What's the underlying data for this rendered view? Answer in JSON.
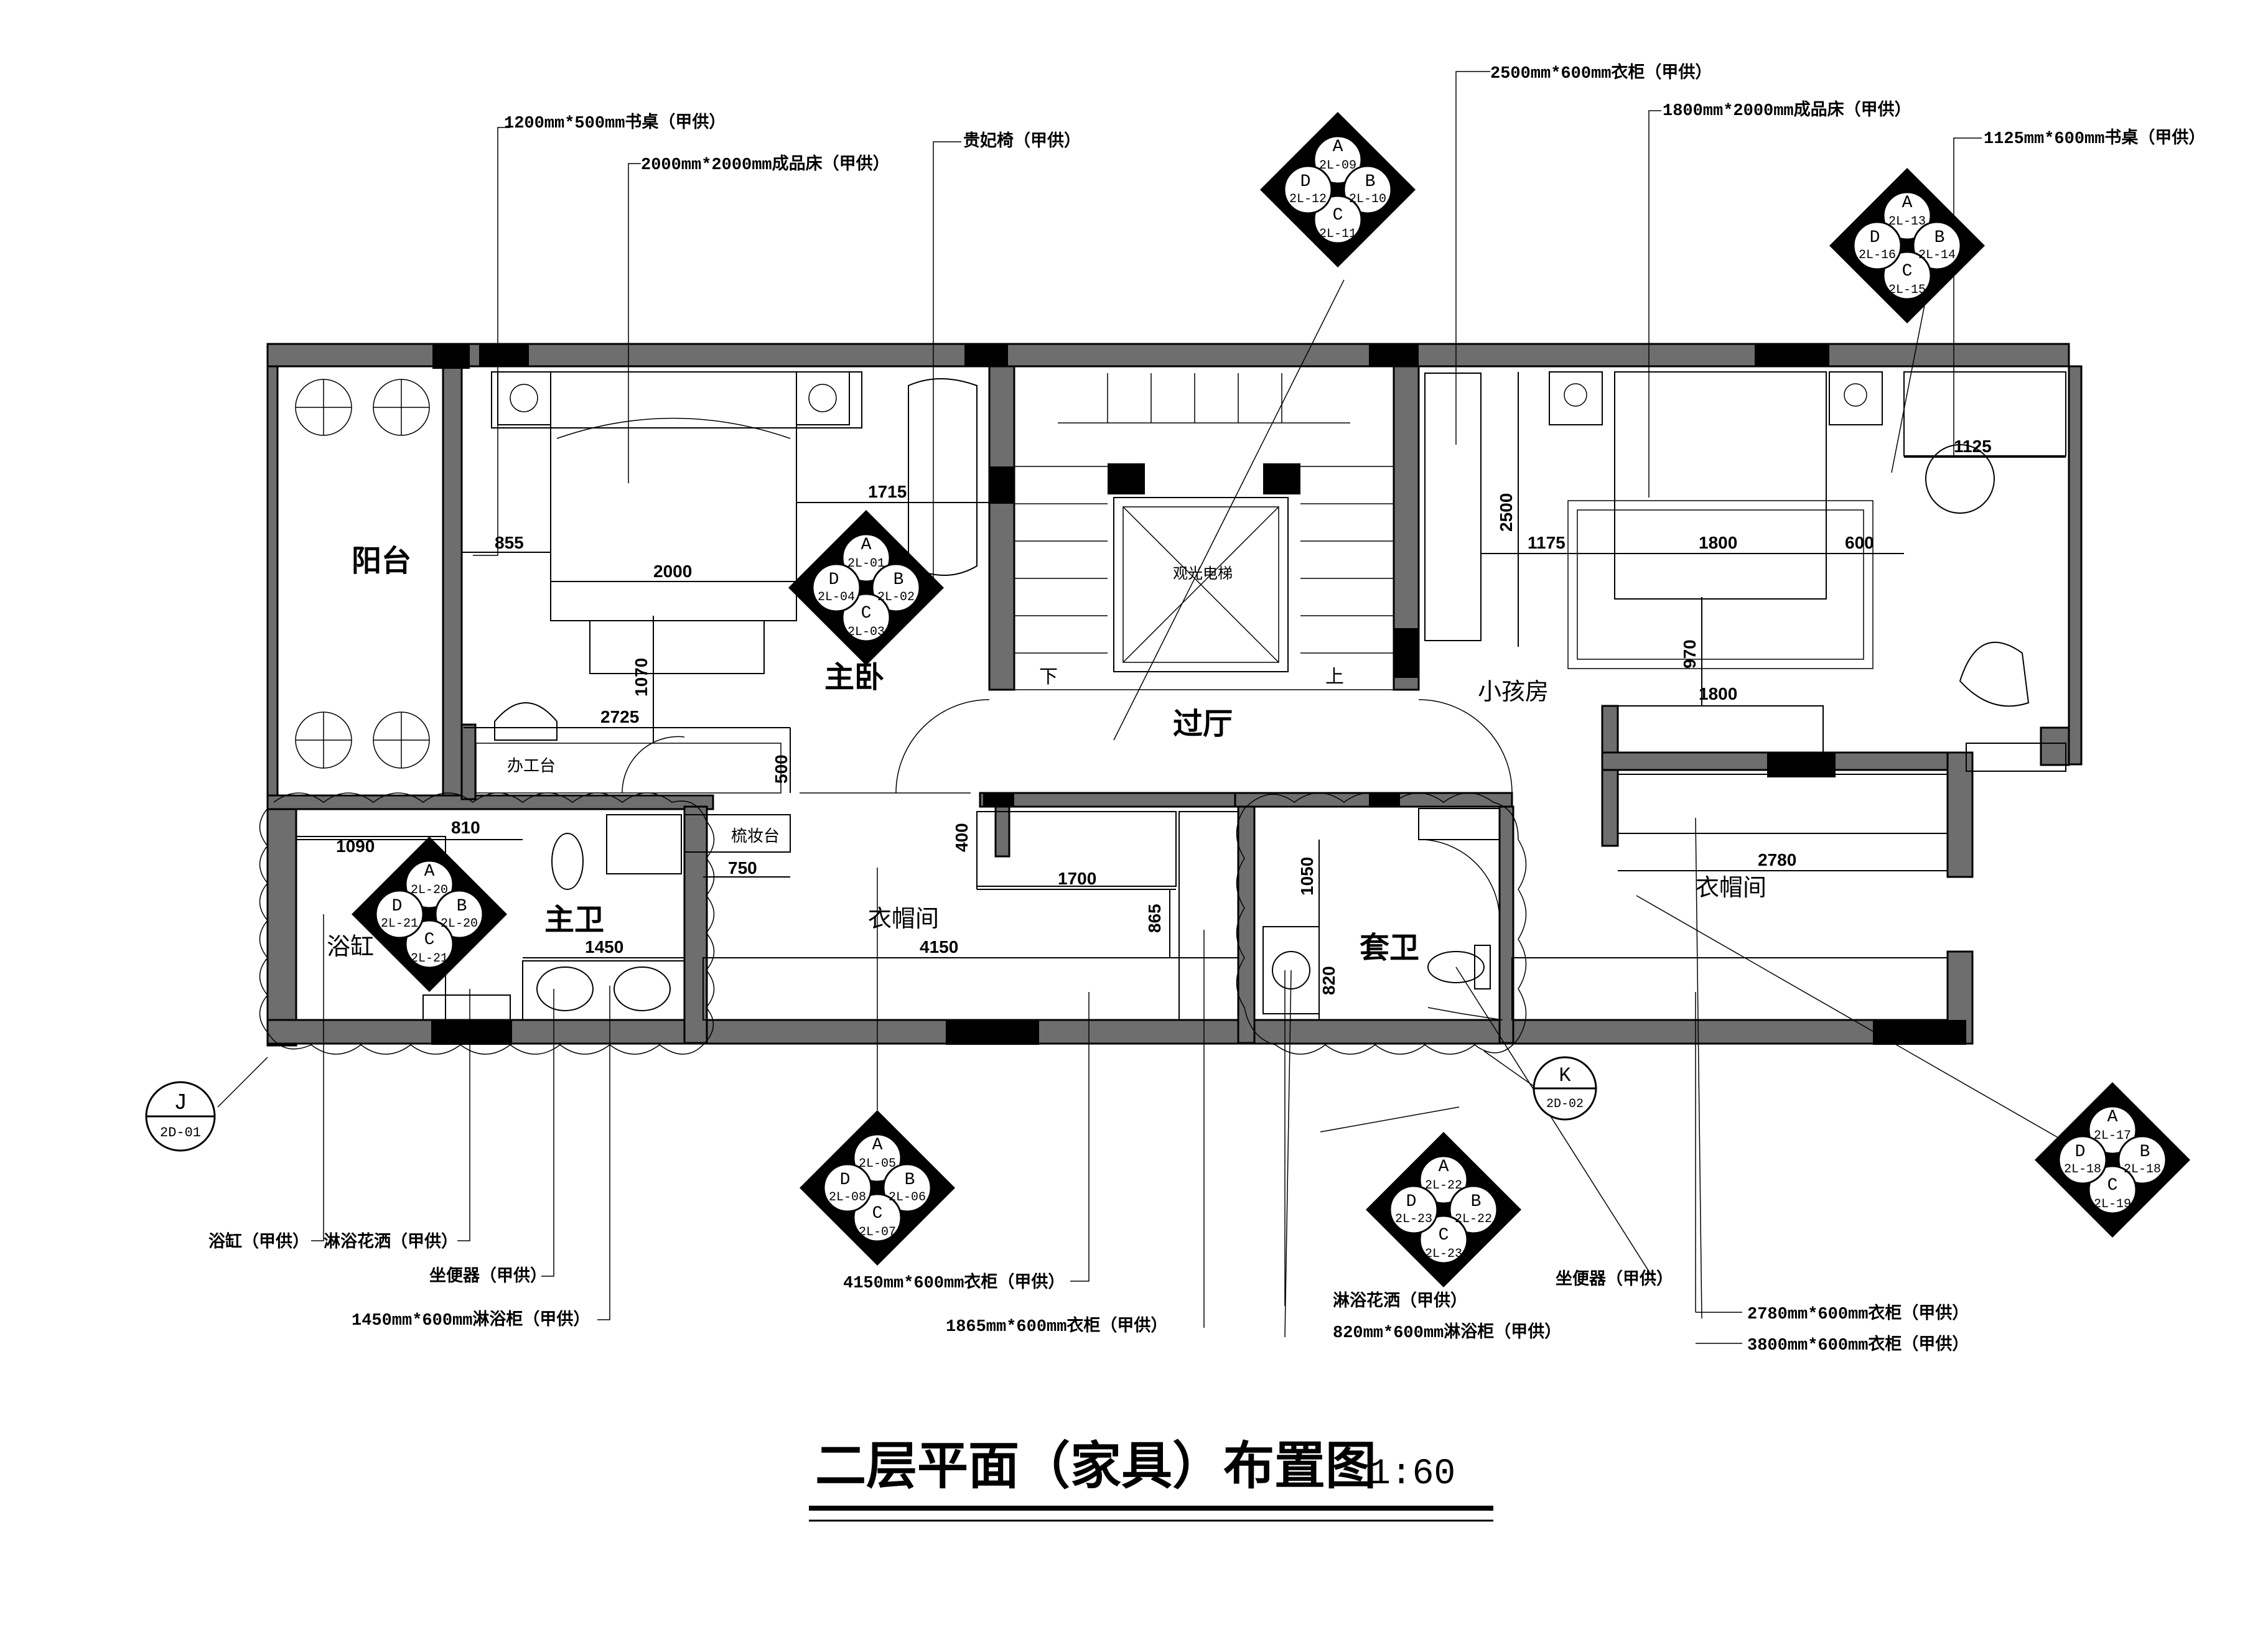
{
  "title": {
    "main": "二层平面（家具）布置图",
    "scale": "1:60"
  },
  "rooms": {
    "balcony": "阳台",
    "master_bedroom": "主卧",
    "hall": "过厅",
    "elevator": "观光电梯",
    "kids_room": "小孩房",
    "cloakroom_main": "衣帽间",
    "cloakroom_kids": "衣帽间",
    "master_bath": "主卫",
    "suite_bath": "套卫",
    "bathtub": "浴缸",
    "desk": "办工台",
    "vanity": "梳妆台",
    "stair_down": "下",
    "stair_up": "上"
  },
  "callouts": {
    "desk_1200": "1200mm*500mm书桌（甲供）",
    "bed_2000": "2000mm*2000mm成品床（甲供）",
    "chaise": "贵妃椅（甲供）",
    "wardrobe_2500": "2500mm*600mm衣柜（甲供）",
    "bed_1800": "1800mm*2000mm成品床（甲供）",
    "desk_1125": "1125mm*600mm书桌（甲供）",
    "bathtub": "浴缸（甲供）",
    "shower_1": "淋浴花洒（甲供）",
    "toilet_1": "坐便器（甲供）",
    "vanity_1450": "1450mm*600mm淋浴柜（甲供）",
    "wardrobe_4150": "4150mm*600mm衣柜（甲供）",
    "wardrobe_1865": "1865mm*600mm衣柜（甲供）",
    "shower_2": "淋浴花洒（甲供）",
    "vanity_820": "820mm*600mm淋浴柜（甲供）",
    "toilet_2": "坐便器（甲供）",
    "wardrobe_2780": "2780mm*600mm衣柜（甲供）",
    "wardrobe_3800": "3800mm*600mm衣柜（甲供）"
  },
  "dimensions": {
    "d855": "855",
    "d2000": "2000",
    "d1715": "1715",
    "d1070": "1070",
    "d2725": "2725",
    "d500": "500",
    "d1090": "1090",
    "d810": "810",
    "d1450": "1450",
    "d750": "750",
    "d400": "400",
    "d1700": "1700",
    "d4150": "4150",
    "d865": "865",
    "d1050": "1050",
    "d820": "820",
    "d2500": "2500",
    "d1175": "1175",
    "d1800a": "1800",
    "d600": "600",
    "d1125": "1125",
    "d970": "970",
    "d1800b": "1800",
    "d2780": "2780"
  },
  "elevation_markers": [
    {
      "a": "A",
      "b": "B",
      "c": "C",
      "d": "D",
      "ta": "2L-09",
      "tb": "2L-10",
      "tc": "2L-11",
      "td": "2L-12"
    },
    {
      "a": "A",
      "b": "B",
      "c": "C",
      "d": "D",
      "ta": "2L-13",
      "tb": "2L-14",
      "tc": "2L-15",
      "td": "2L-16"
    },
    {
      "a": "A",
      "b": "B",
      "c": "C",
      "d": "D",
      "ta": "2L-01",
      "tb": "2L-02",
      "tc": "2L-03",
      "td": "2L-04"
    },
    {
      "a": "A",
      "b": "B",
      "c": "C",
      "d": "D",
      "ta": "2L-20",
      "tb": "2L-20",
      "tc": "2L-21",
      "td": "2L-21"
    },
    {
      "a": "A",
      "b": "B",
      "c": "C",
      "d": "D",
      "ta": "2L-05",
      "tb": "2L-06",
      "tc": "2L-07",
      "td": "2L-08"
    },
    {
      "a": "A",
      "b": "B",
      "c": "C",
      "d": "D",
      "ta": "2L-22",
      "tb": "2L-22",
      "tc": "2L-23",
      "td": "2L-23"
    },
    {
      "a": "A",
      "b": "B",
      "c": "C",
      "d": "D",
      "ta": "2L-17",
      "tb": "2L-18",
      "tc": "2L-19",
      "td": "2L-18"
    }
  ],
  "detail_markers": [
    {
      "letter": "J",
      "sheet": "2D-01"
    },
    {
      "letter": "K",
      "sheet": "2D-02"
    }
  ]
}
